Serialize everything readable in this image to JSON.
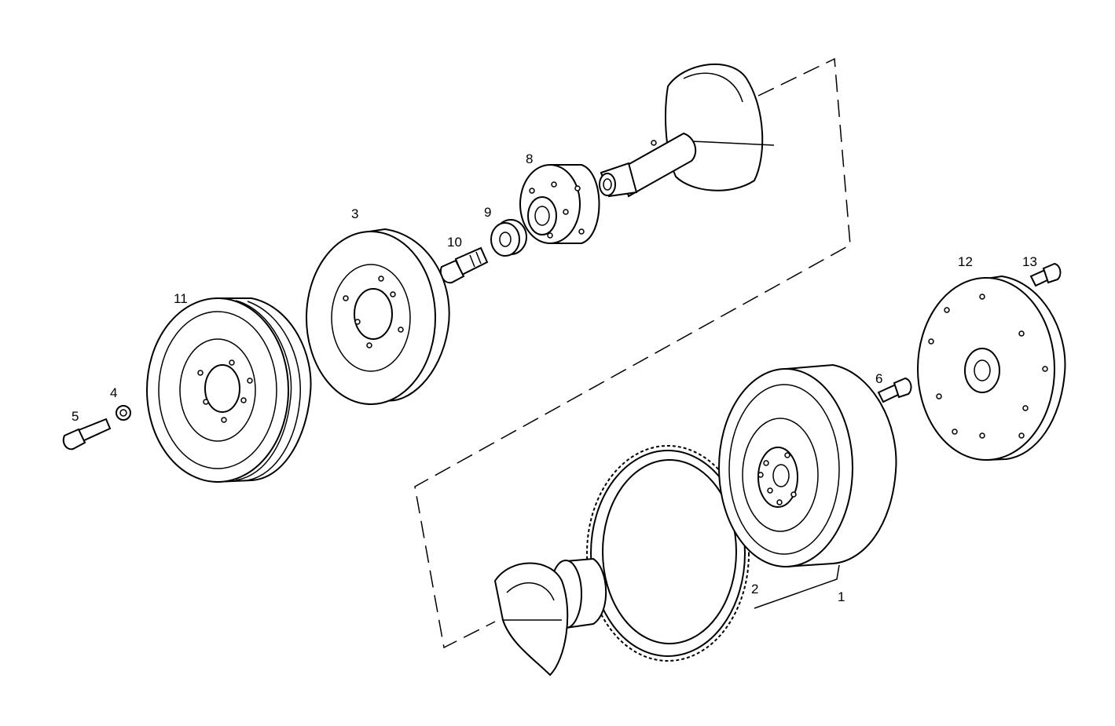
{
  "diagram": {
    "callouts": [
      {
        "id": "1",
        "text": "1"
      },
      {
        "id": "2",
        "text": "2"
      },
      {
        "id": "3",
        "text": "3"
      },
      {
        "id": "4",
        "text": "4"
      },
      {
        "id": "5",
        "text": "5"
      },
      {
        "id": "6",
        "text": "6"
      },
      {
        "id": "8",
        "text": "8"
      },
      {
        "id": "9",
        "text": "9"
      },
      {
        "id": "10",
        "text": "10"
      },
      {
        "id": "11",
        "text": "11"
      },
      {
        "id": "12",
        "text": "12"
      },
      {
        "id": "13",
        "text": "13"
      }
    ],
    "colors": {
      "line": "#000000",
      "background": "#ffffff"
    }
  }
}
